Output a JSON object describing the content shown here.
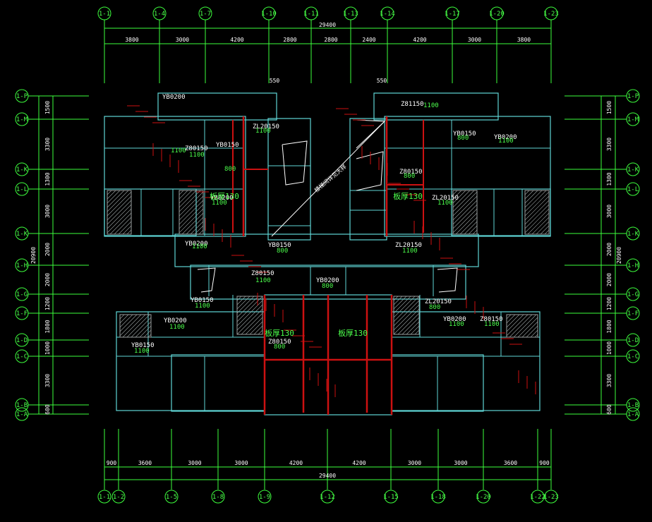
{
  "colors": {
    "background": "#000000",
    "grid": "#3dff3d",
    "wall": "#5fd6d6",
    "beam": "#cc1111",
    "text_dim": "#ffffff",
    "text_beam": "#4cff4c",
    "hatch": "#9aa0a0"
  },
  "top_axes": [
    "1-1",
    "1-4",
    "1-7",
    "1-10",
    "1-11",
    "1-13",
    "1-14",
    "1-17",
    "1-20",
    "1-23"
  ],
  "bottom_axes": [
    "1-1",
    "1-2",
    "1-5",
    "1-8",
    "1-9",
    "1-12",
    "1-15",
    "1-18",
    "1-20",
    "1-22",
    "1-23"
  ],
  "side_axes": [
    "1-P",
    "1-M",
    "1-K",
    "1-L",
    "1-K",
    "1-H",
    "1-G",
    "1-F",
    "1-D",
    "1-C",
    "1-B",
    "1-A"
  ],
  "top_total": "29400",
  "top_dims": [
    "3800",
    "3000",
    "4200",
    "2800",
    "2800",
    "2400",
    "4200",
    "3000",
    "3800"
  ],
  "top_extra_dims": [
    "550",
    "550"
  ],
  "bottom_total": "29400",
  "bottom_dims": [
    "900",
    "3600",
    "3000",
    "3000",
    "4200",
    "4200",
    "3000",
    "3000",
    "3600",
    "900"
  ],
  "side_total": "20900",
  "side_dims": [
    "1500",
    "3300",
    "1300",
    "3000",
    "2000",
    "2000",
    "1200",
    "1800",
    "1000",
    "3300",
    "600"
  ],
  "slab_labels": [
    "板厚130",
    "板厚130",
    "板厚130",
    "板厚130"
  ],
  "stair_label": "楼梯间详见大样",
  "beam_labels": [
    "YB0200",
    "1100",
    "Z80150",
    "1100",
    "YB0150",
    "800",
    "ZL20150",
    "1100",
    "YB0200",
    "1100",
    "Z81150",
    "1100",
    "YB0150",
    "800",
    "YB0200",
    "1100",
    "Z80150",
    "800",
    "ZL20150",
    "1100",
    "YB0200",
    "1100",
    "YB0150",
    "800",
    "Z80150",
    "1100",
    "YB0200",
    "800",
    "ZL20150",
    "1100",
    "YB0150",
    "1100",
    "Z80150",
    "800",
    "YB0200",
    "1100",
    "YB0150",
    "1100",
    "ZL20150",
    "800",
    "YB0200",
    "1100",
    "Z80150",
    "1100"
  ]
}
